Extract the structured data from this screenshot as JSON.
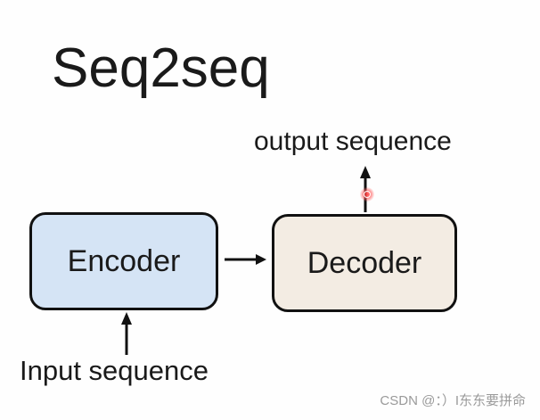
{
  "title": "Seq2seq",
  "encoder": {
    "label": "Encoder",
    "fill": "#d5e4f5"
  },
  "decoder": {
    "label": "Decoder",
    "fill": "#f3ece3"
  },
  "input_label": "Input sequence",
  "output_label": "output sequence",
  "watermark": "CSDN @：）I东东要拼命"
}
